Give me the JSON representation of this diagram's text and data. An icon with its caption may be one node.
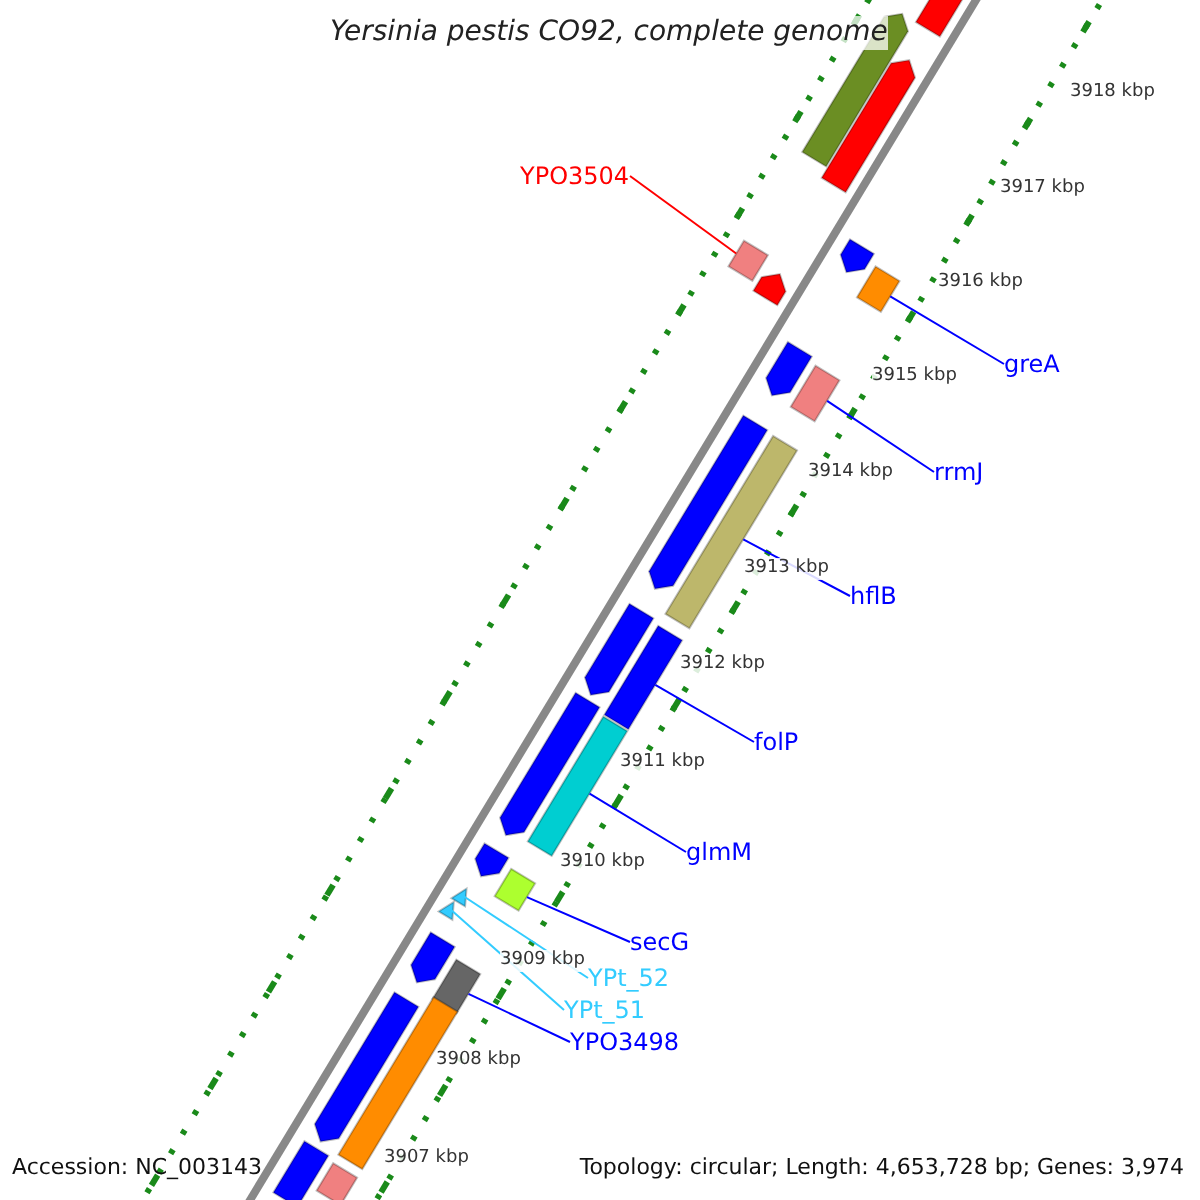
{
  "diagram": {
    "title": "Yersinia pestis CO92, complete genome",
    "nodes": [
      {
        "text": [
          "YPO3504"
        ]
      },
      {
        "text": [
          "greA"
        ]
      },
      {
        "text": [
          "rrmJ"
        ]
      },
      {
        "text": [
          "hflB"
        ]
      },
      {
        "text": [
          "folP"
        ]
      },
      {
        "text": [
          "glmM"
        ]
      },
      {
        "text": [
          "secG"
        ]
      },
      {
        "text": [
          "YPt_52"
        ]
      },
      {
        "text": [
          "YPt_51"
        ]
      },
      {
        "text": [
          "YPO3498"
        ]
      },
      {
        "text": [],
        "shape": "bar"
      },
      {
        "text": [],
        "shape": "bar"
      },
      {
        "text": [],
        "shape": "bar"
      },
      {
        "text": [],
        "shape": "bar"
      },
      {
        "text": [],
        "shape": "bar"
      },
      {
        "text": [],
        "shape": "bar"
      },
      {
        "text": [],
        "shape": "bar"
      },
      {
        "text": [],
        "shape": "triangle"
      },
      {
        "text": [],
        "shape": "triangle"
      },
      {
        "text": [],
        "shape": "bar"
      },
      {
        "text": [],
        "shape": "bar"
      },
      {
        "text": [],
        "shape": "bar"
      },
      {
        "text": [],
        "shape": "bar"
      },
      {
        "text": [],
        "shape": "bar"
      },
      {
        "text": [],
        "shape": "bar"
      },
      {
        "text": [],
        "shape": "bar"
      },
      {
        "text": [],
        "shape": "bar"
      },
      {
        "text": [],
        "shape": "bar"
      },
      {
        "text": [],
        "shape": "bar"
      },
      {
        "text": [],
        "shape": "bar"
      },
      {
        "text": [],
        "shape": "bar"
      },
      {
        "text": [],
        "shape": "bar"
      },
      {
        "text": [],
        "shape": "bar"
      },
      {
        "text": [],
        "shape": "bar"
      },
      {
        "text": [],
        "shape": "bar"
      }
    ],
    "edges": [
      {
        "from": 0,
        "to": 10,
        "arrow": "none",
        "color": "#ff0000"
      },
      {
        "from": 1,
        "to": 11,
        "arrow": "none"
      },
      {
        "from": 2,
        "to": 12,
        "arrow": "none"
      },
      {
        "from": 3,
        "to": 13,
        "arrow": "none"
      },
      {
        "from": 4,
        "to": 14,
        "arrow": "none"
      },
      {
        "from": 5,
        "to": 15,
        "arrow": "none"
      },
      {
        "from": 6,
        "to": 16,
        "arrow": "none"
      },
      {
        "from": 7,
        "to": 17,
        "arrow": "none",
        "color": "#33ccff"
      },
      {
        "from": 8,
        "to": 18,
        "arrow": "none",
        "color": "#33ccff"
      },
      {
        "from": 9,
        "to": 19,
        "arrow": "none"
      }
    ],
    "labels": [
      "3918 kbp",
      "3917 kbp",
      "3916 kbp",
      "3915 kbp",
      "3914 kbp",
      "3913 kbp",
      "3912 kbp",
      "3911 kbp",
      "3910 kbp",
      "3909 kbp",
      "3908 kbp",
      "3907 kbp",
      "Accession: NC_003143",
      "Topology: circular; Length: 4,653,728 bp; Genes: 3,974"
    ]
  }
}
